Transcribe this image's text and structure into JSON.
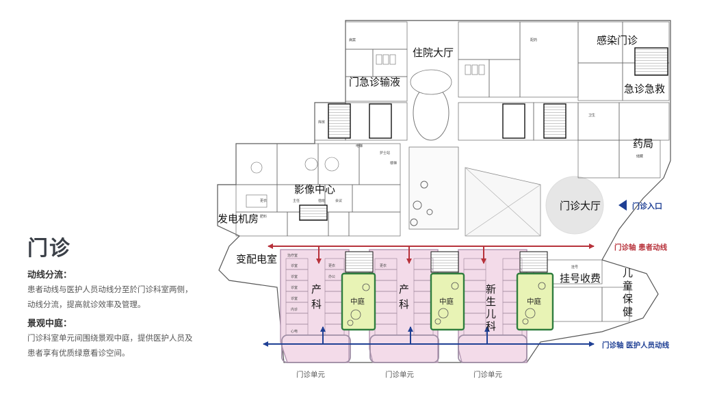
{
  "sidebar": {
    "title": "门诊",
    "flow_heading": "动线分流：",
    "flow_text": "患者动线与医护人员动线分至於门诊科室两侧，动线分流，提高就诊效率及管理。",
    "garden_heading": "景观中庭：",
    "garden_text": "门诊科室单元间围绕景观中庭，提供医护人员及患者享有优质绿意看诊空间。"
  },
  "zones": {
    "outpatient_infusion": "门急诊输液",
    "inpatient_hall": "住院大厅",
    "infection_clinic": "感染门诊",
    "emergency": "急诊急救",
    "pharmacy": "药局",
    "imaging": "影像中心",
    "generator": "发电机房",
    "substation": "变配电室",
    "outpatient_hall": "门诊大厅",
    "registration": "挂号收费",
    "child_health_1": "儿",
    "child_health_2": "童",
    "child_health_3": "保",
    "child_health_4": "健",
    "obstetrics_1": "产",
    "obstetrics_2": "科",
    "neonatal_1": "新",
    "neonatal_2": "生",
    "neonatal_3": "儿",
    "neonatal_4": "科",
    "courtyard": "中庭"
  },
  "legend": {
    "entrance": "门诊入口",
    "patient_axis": "门诊轴  患者动线",
    "staff_axis": "门诊轴  医护人员动线",
    "unit_label": "门诊单元"
  },
  "room_labels": [
    "诊室",
    "诊室",
    "诊室",
    "诊室",
    "内诊",
    "心电",
    "治疗室",
    "更衣",
    "办公",
    "更衣",
    "挂号",
    "肥料",
    "更衣",
    "主任",
    "值班",
    "会议",
    "病案",
    "库房",
    "电梯",
    "楼梯",
    "护士站",
    "配药",
    "卫生",
    "储藏"
  ],
  "colors": {
    "unit_fill": "#f3dbe9",
    "unit_border": "#b79ab6",
    "courtyard_fill": "#e8f3b5",
    "courtyard_border": "#2f7d3e",
    "patient_arrow": "#b7313a",
    "staff_arrow": "#1e3f94",
    "entrance_arrow": "#1e3f94"
  }
}
